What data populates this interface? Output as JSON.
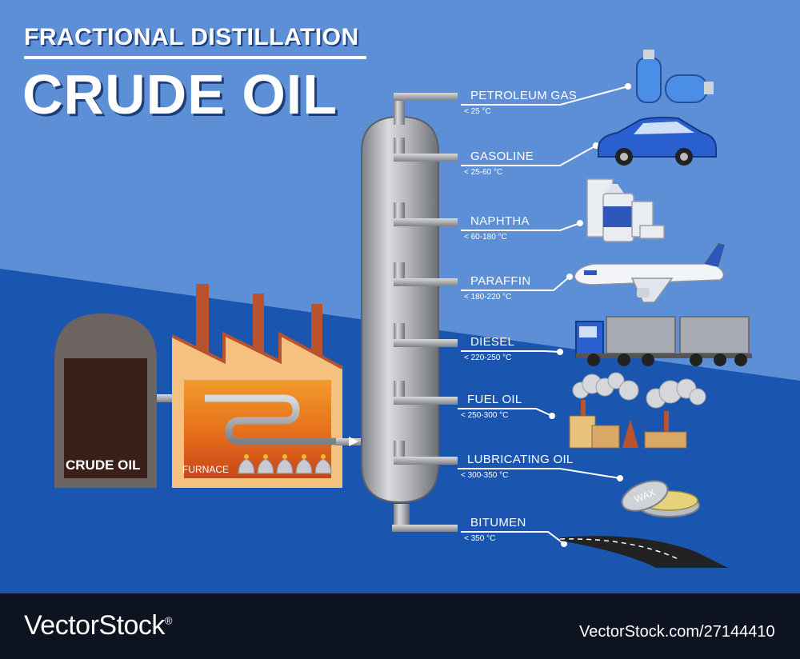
{
  "title": {
    "line1": "FRACTIONAL DISTILLATION",
    "line2": "CRUDE OIL"
  },
  "tank": {
    "label": "CRUDE OIL"
  },
  "furnace": {
    "label": "FURNACE"
  },
  "products": [
    {
      "name": "PETROLEUM GAS",
      "temp": "< 25 °C",
      "icon": "gas-cylinder-icon"
    },
    {
      "name": "GASOLINE",
      "temp": "< 25-60 °C",
      "icon": "car-icon"
    },
    {
      "name": "NAPHTHA",
      "temp": "< 60-180 °C",
      "icon": "chemical-bottles-icon"
    },
    {
      "name": "PARAFFIN",
      "temp": "< 180-220 °C",
      "icon": "airplane-icon"
    },
    {
      "name": "DIESEL",
      "temp": "< 220-250 °C",
      "icon": "truck-icon"
    },
    {
      "name": "FUEL OIL",
      "temp": "< 250-300 °C",
      "icon": "factory-icon"
    },
    {
      "name": "LUBRICATING OIL",
      "temp": "< 300-350 °C",
      "icon": "wax-tin-icon"
    },
    {
      "name": "BITUMEN",
      "temp": "< 350 °C",
      "icon": "road-icon"
    }
  ],
  "wax_label": "WAX",
  "footer": {
    "brand": "VectorStock",
    "brand_mark": "®",
    "stock_id": "VectorStock.com/27144410"
  },
  "colors": {
    "sky": "#5d8fd6",
    "ground": "#1a56b0",
    "footer": "#0d1320",
    "column": "#a9abb1",
    "tank_oil": "#3a1f1b",
    "furnace_fire": "#e8701c"
  }
}
